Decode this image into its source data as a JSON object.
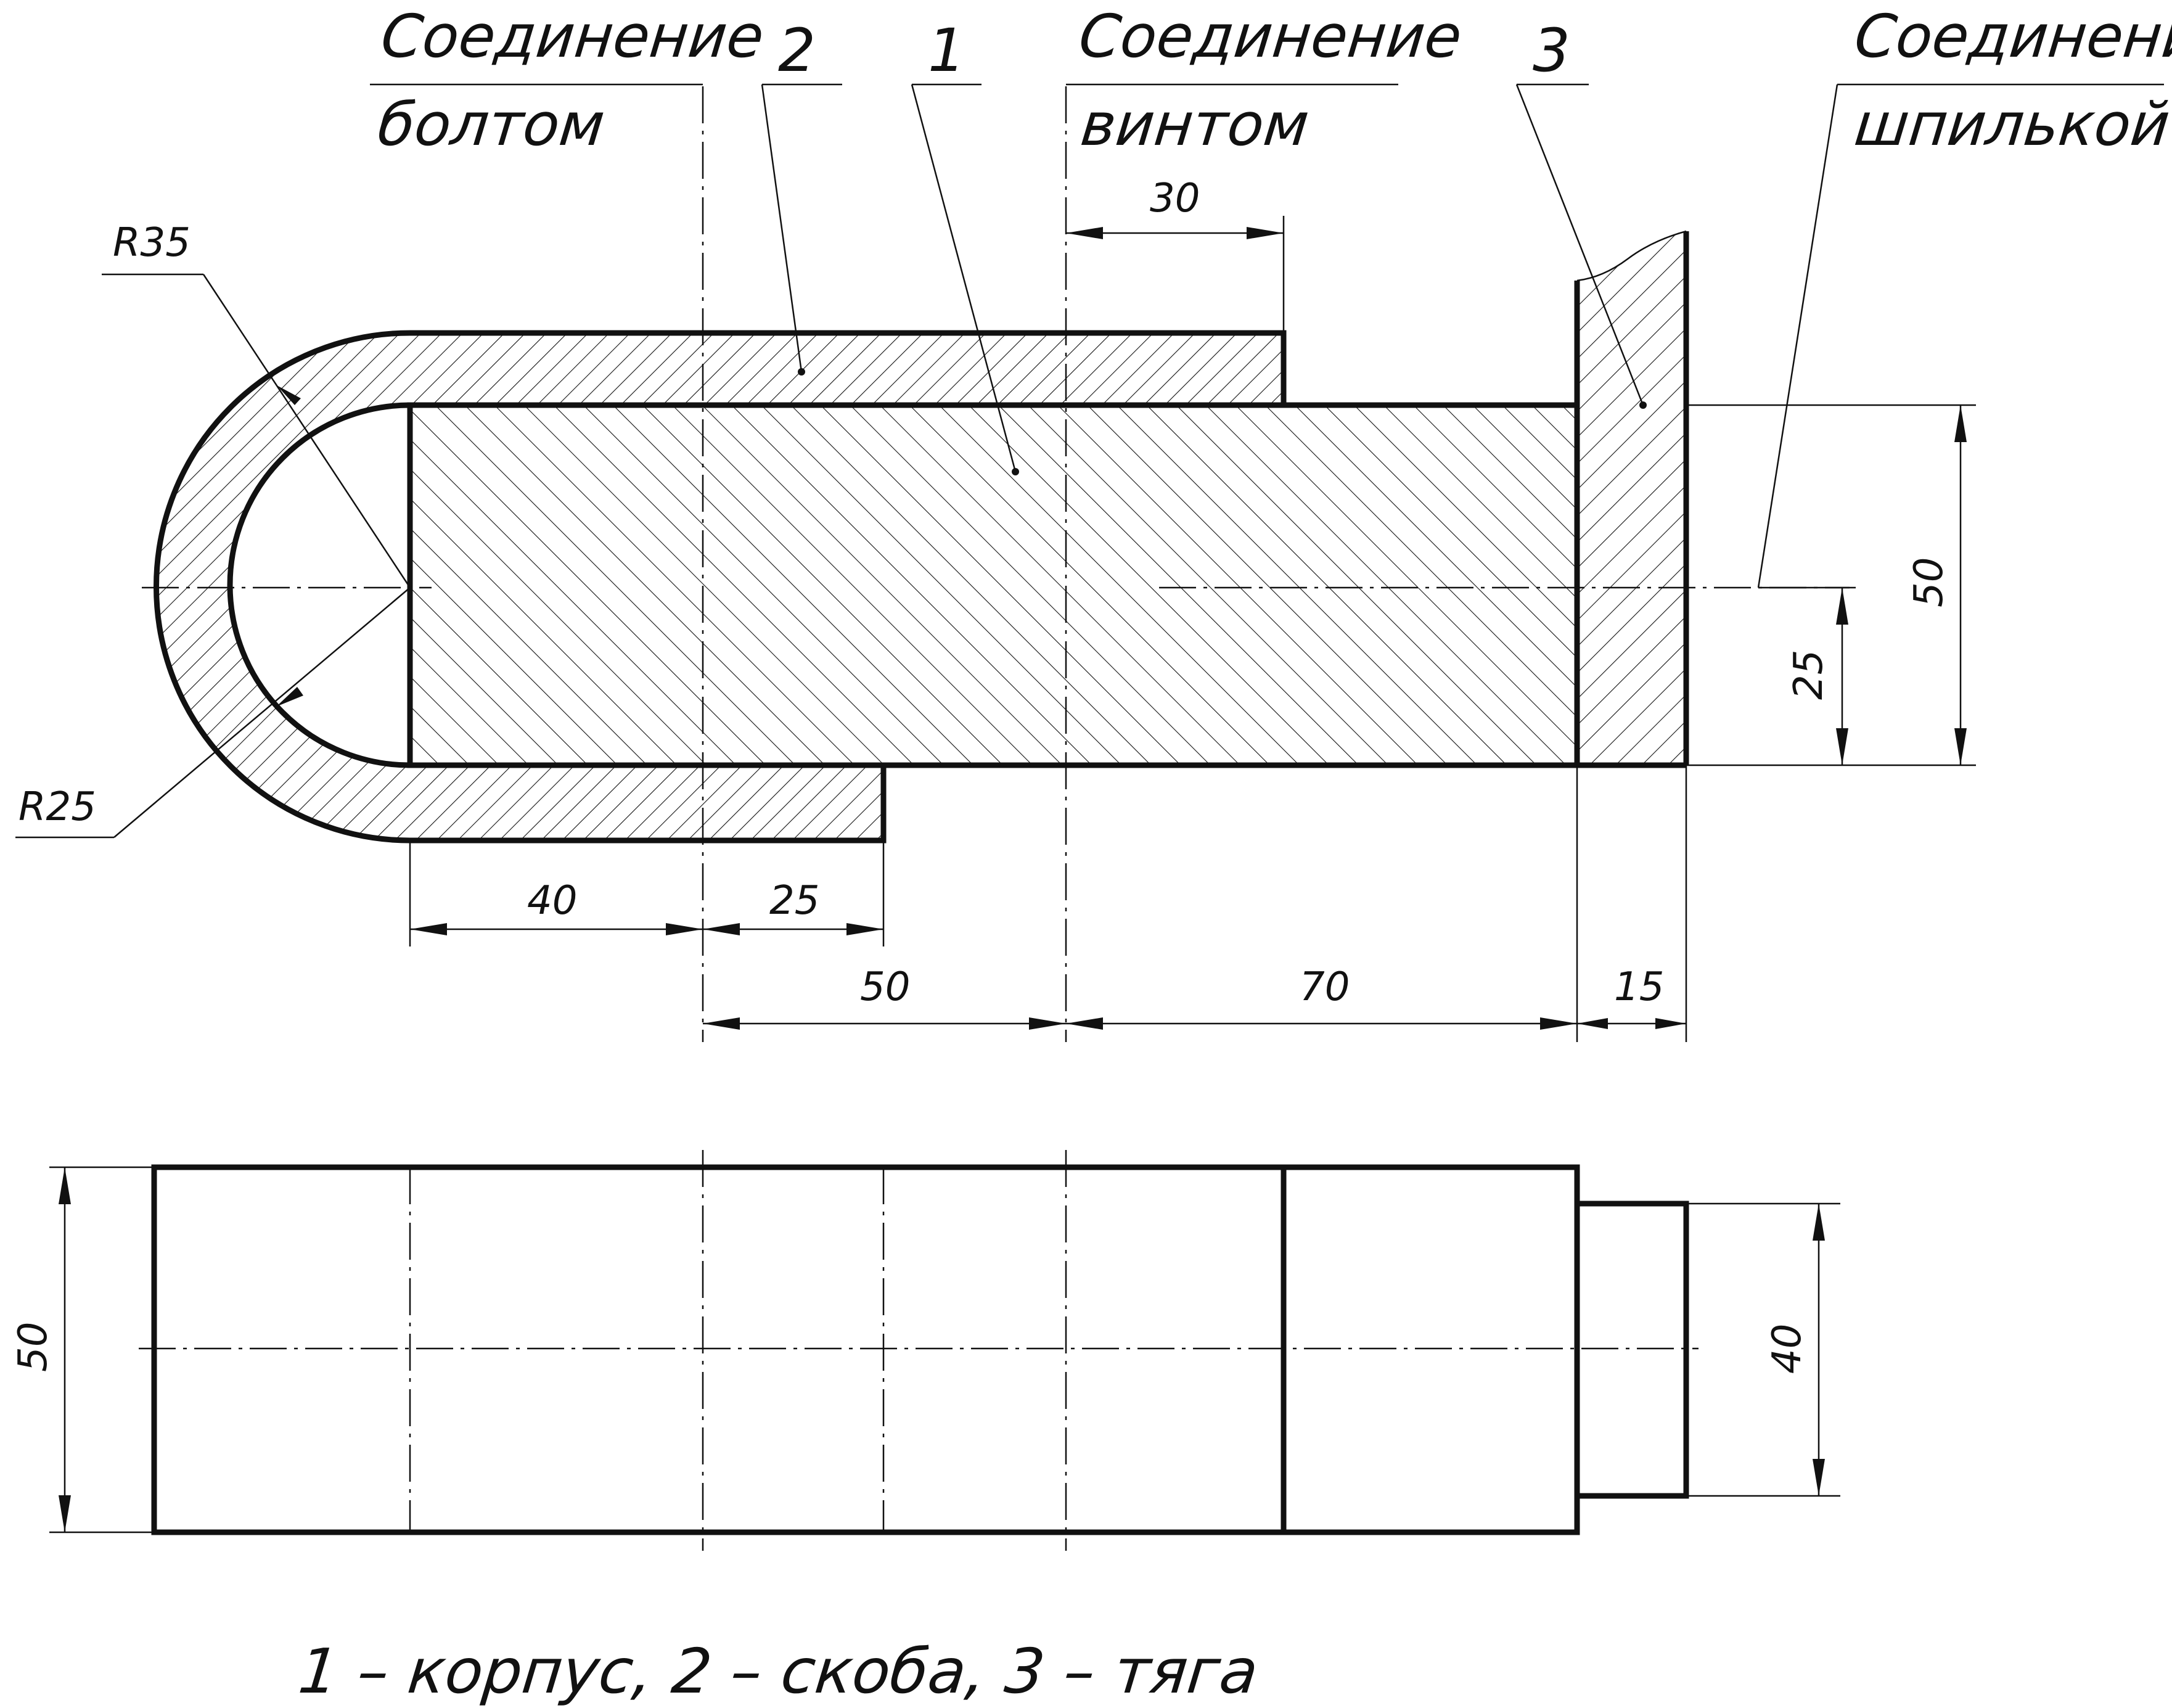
{
  "callouts": {
    "bolt_line1": "Соединение",
    "bolt_line2": "болтом",
    "screw_line1": "Соединение",
    "screw_line2": "винтом",
    "stud_line1": "Соединение",
    "stud_line2": "шпилькой",
    "part1": "1",
    "part2": "2",
    "part3": "3"
  },
  "dimensions": {
    "r_outer": "R35",
    "r_inner": "R25",
    "d40": "40",
    "d25_bottom": "25",
    "d50_bottom": "50",
    "d70": "70",
    "d15": "15",
    "d30": "30",
    "d50_right": "50",
    "d25_right": "25",
    "d50_plan": "50",
    "d40_plan": "40"
  },
  "caption": "1 – корпус, 2 – скоба, 3 – тяга",
  "colors": {
    "line": "#111111",
    "background": "#ffffff"
  }
}
